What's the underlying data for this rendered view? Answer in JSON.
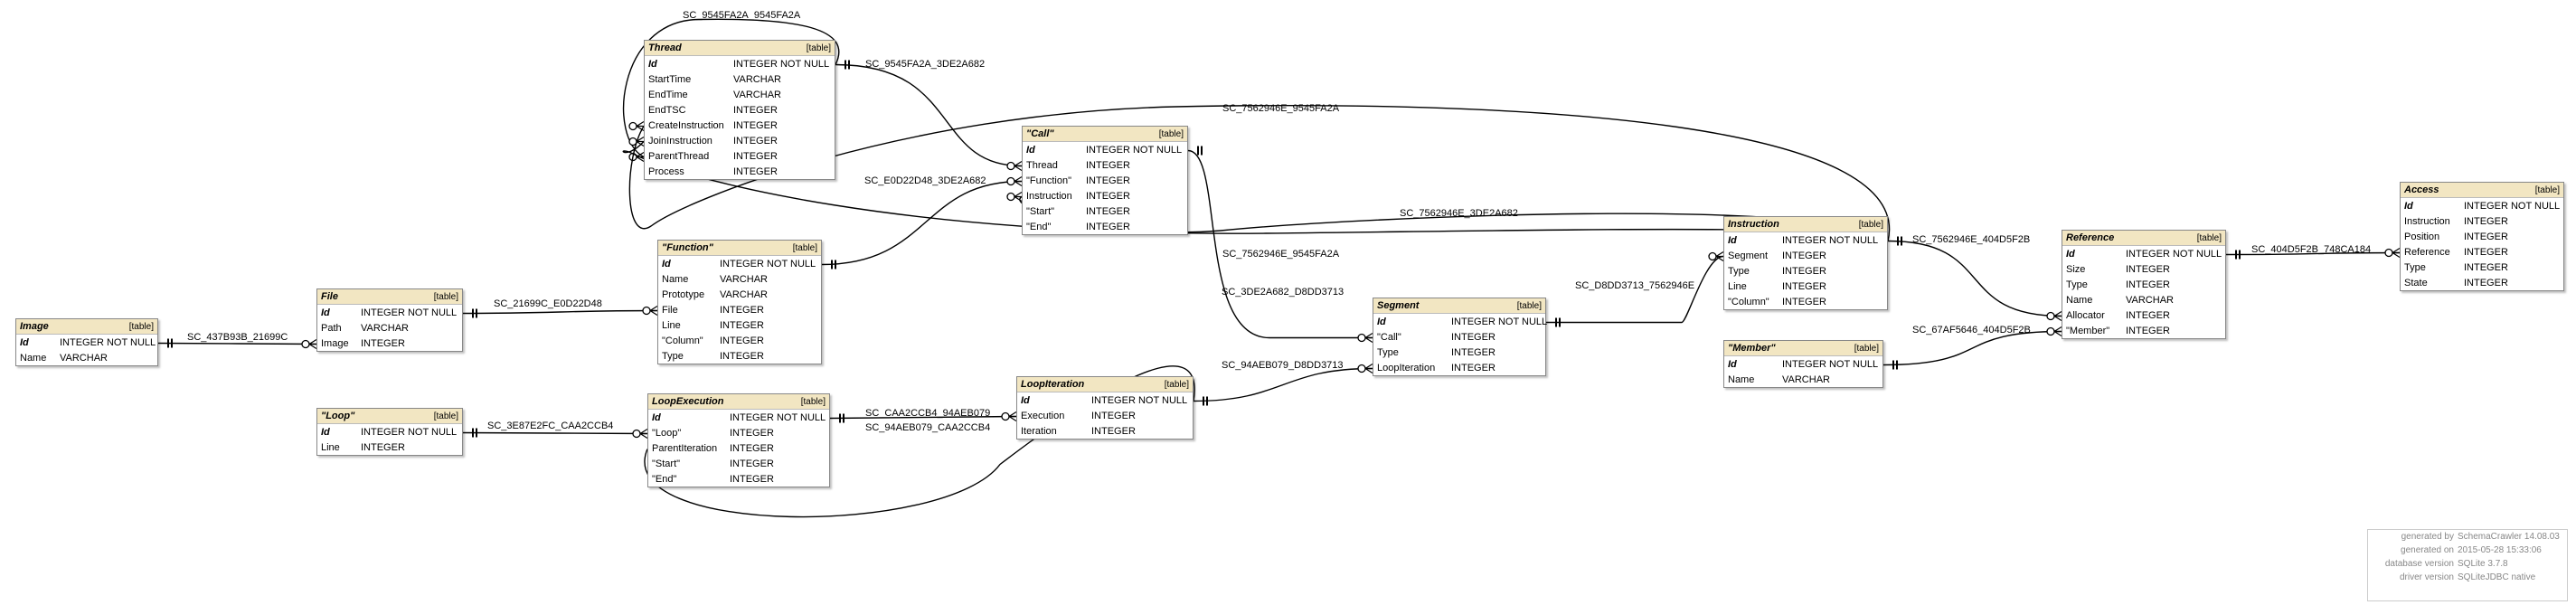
{
  "tables": [
    {
      "id": "Image",
      "name": "Image",
      "type": "[table]",
      "columns": [
        [
          "Id",
          "INTEGER NOT NULL",
          true
        ],
        [
          "Name",
          "VARCHAR",
          false
        ]
      ]
    },
    {
      "id": "File",
      "name": "File",
      "type": "[table]",
      "columns": [
        [
          "Id",
          "INTEGER NOT NULL",
          true
        ],
        [
          "Path",
          "VARCHAR",
          false
        ],
        [
          "Image",
          "INTEGER",
          false
        ]
      ]
    },
    {
      "id": "Loop",
      "name": "\"Loop\"",
      "type": "[table]",
      "columns": [
        [
          "Id",
          "INTEGER NOT NULL",
          true
        ],
        [
          "Line",
          "INTEGER",
          false
        ]
      ]
    },
    {
      "id": "Thread",
      "name": "Thread",
      "type": "[table]",
      "columns": [
        [
          "Id",
          "INTEGER NOT NULL",
          true
        ],
        [
          "StartTime",
          "VARCHAR",
          false
        ],
        [
          "EndTime",
          "VARCHAR",
          false
        ],
        [
          "EndTSC",
          "INTEGER",
          false
        ],
        [
          "CreateInstruction",
          "INTEGER",
          false
        ],
        [
          "JoinInstruction",
          "INTEGER",
          false
        ],
        [
          "ParentThread",
          "INTEGER",
          false
        ],
        [
          "Process",
          "INTEGER",
          false
        ]
      ]
    },
    {
      "id": "Function",
      "name": "\"Function\"",
      "type": "[table]",
      "columns": [
        [
          "Id",
          "INTEGER NOT NULL",
          true
        ],
        [
          "Name",
          "VARCHAR",
          false
        ],
        [
          "Prototype",
          "VARCHAR",
          false
        ],
        [
          "File",
          "INTEGER",
          false
        ],
        [
          "Line",
          "INTEGER",
          false
        ],
        [
          "\"Column\"",
          "INTEGER",
          false
        ],
        [
          "Type",
          "INTEGER",
          false
        ]
      ]
    },
    {
      "id": "LoopExecution",
      "name": "LoopExecution",
      "type": "[table]",
      "columns": [
        [
          "Id",
          "INTEGER NOT NULL",
          true
        ],
        [
          "\"Loop\"",
          "INTEGER",
          false
        ],
        [
          "ParentIteration",
          "INTEGER",
          false
        ],
        [
          "\"Start\"",
          "INTEGER",
          false
        ],
        [
          "\"End\"",
          "INTEGER",
          false
        ]
      ]
    },
    {
      "id": "Call",
      "name": "\"Call\"",
      "type": "[table]",
      "columns": [
        [
          "Id",
          "INTEGER NOT NULL",
          true
        ],
        [
          "Thread",
          "INTEGER",
          false
        ],
        [
          "\"Function\"",
          "INTEGER",
          false
        ],
        [
          "Instruction",
          "INTEGER",
          false
        ],
        [
          "\"Start\"",
          "INTEGER",
          false
        ],
        [
          "\"End\"",
          "INTEGER",
          false
        ]
      ]
    },
    {
      "id": "LoopIteration",
      "name": "LoopIteration",
      "type": "[table]",
      "columns": [
        [
          "Id",
          "INTEGER NOT NULL",
          true
        ],
        [
          "Execution",
          "INTEGER",
          false
        ],
        [
          "Iteration",
          "INTEGER",
          false
        ]
      ]
    },
    {
      "id": "Segment",
      "name": "Segment",
      "type": "[table]",
      "columns": [
        [
          "Id",
          "INTEGER NOT NULL",
          true
        ],
        [
          "\"Call\"",
          "INTEGER",
          false
        ],
        [
          "Type",
          "INTEGER",
          false
        ],
        [
          "LoopIteration",
          "INTEGER",
          false
        ]
      ]
    },
    {
      "id": "Instruction",
      "name": "Instruction",
      "type": "[table]",
      "columns": [
        [
          "Id",
          "INTEGER NOT NULL",
          true
        ],
        [
          "Segment",
          "INTEGER",
          false
        ],
        [
          "Type",
          "INTEGER",
          false
        ],
        [
          "Line",
          "INTEGER",
          false
        ],
        [
          "\"Column\"",
          "INTEGER",
          false
        ]
      ]
    },
    {
      "id": "Member",
      "name": "\"Member\"",
      "type": "[table]",
      "columns": [
        [
          "Id",
          "INTEGER NOT NULL",
          true
        ],
        [
          "Name",
          "VARCHAR",
          false
        ]
      ]
    },
    {
      "id": "Reference",
      "name": "Reference",
      "type": "[table]",
      "columns": [
        [
          "Id",
          "INTEGER NOT NULL",
          true
        ],
        [
          "Size",
          "INTEGER",
          false
        ],
        [
          "Type",
          "INTEGER",
          false
        ],
        [
          "Name",
          "VARCHAR",
          false
        ],
        [
          "Allocator",
          "INTEGER",
          false
        ],
        [
          "\"Member\"",
          "INTEGER",
          false
        ]
      ]
    },
    {
      "id": "Access",
      "name": "Access",
      "type": "[table]",
      "columns": [
        [
          "Id",
          "INTEGER NOT NULL",
          true
        ],
        [
          "Instruction",
          "INTEGER",
          false
        ],
        [
          "Position",
          "INTEGER",
          false
        ],
        [
          "Reference",
          "INTEGER",
          false
        ],
        [
          "Type",
          "INTEGER",
          false
        ],
        [
          "State",
          "INTEGER",
          false
        ]
      ]
    }
  ],
  "relationships": [
    "SC_9545FA2A_9545FA2A",
    "SC_9545FA2A_3DE2A682",
    "SC_7562946E_9545FA2A",
    "SC_E0D22D48_3DE2A682",
    "SC_7562946E_3DE2A682",
    "SC_7562946E_9545FA2A",
    "SC_7562946E_404D5F2B",
    "SC_404D5F2B_748CA184",
    "SC_437B93B_21699C",
    "SC_21699C_E0D22D48",
    "SC_D8DD3713_7562946E",
    "SC_3DE2A682_D8DD3713",
    "SC_67AF5646_404D5F2B",
    "SC_94AEB079_D8DD3713",
    "SC_3E87E2FC_CAA2CCB4",
    "SC_CAA2CCB4_94AEB079",
    "SC_94AEB079_CAA2CCB4"
  ],
  "info": [
    [
      "generated by",
      "SchemaCrawler 14.08.03"
    ],
    [
      "generated on",
      "2015-05-28 15:33:06"
    ],
    [
      "database version",
      "SQLite 3.7.8"
    ],
    [
      "driver version",
      "SQLiteJDBC native"
    ]
  ]
}
